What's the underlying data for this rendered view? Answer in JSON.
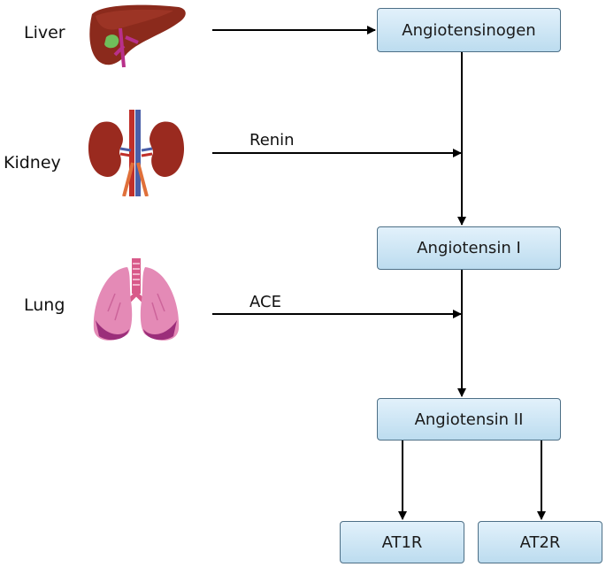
{
  "organs": {
    "liver": {
      "label": "Liver",
      "icon": "liver-icon"
    },
    "kidney": {
      "label": "Kidney",
      "icon": "kidney-icon"
    },
    "lung": {
      "label": "Lung",
      "icon": "lung-icon"
    }
  },
  "enzymes": {
    "renin": "Renin",
    "ace": "ACE"
  },
  "nodes": {
    "angiotensinogen": "Angiotensinogen",
    "angiotensin_1": "Angiotensin I",
    "angiotensin_2": "Angiotensin II",
    "at1r": "AT1R",
    "at2r": "AT2R"
  },
  "colors": {
    "box_border": "#4d6f86",
    "box_fill_top": "#e2f1fb",
    "box_fill_bottom": "#bcdcef",
    "arrow": "#000000",
    "liver": "#8b2a1c",
    "kidney": "#9a2a1f",
    "lung": "#d4619a"
  }
}
